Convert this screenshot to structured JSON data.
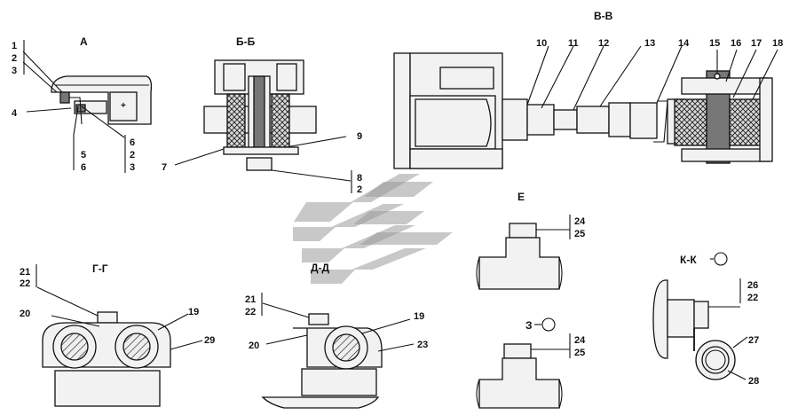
{
  "views": {
    "A": "А",
    "BB": "Б-Б",
    "VV": "В-В",
    "GG": "Г-Г",
    "DD": "Д-Д",
    "E": "Е",
    "Z": "З",
    "KK": "К-К"
  },
  "callouts": {
    "A": {
      "stack_left": [
        "1",
        "2",
        "3"
      ],
      "item4": "4",
      "stack_mid": [
        "5",
        "6"
      ],
      "stack_right": [
        "6",
        "2",
        "3"
      ]
    },
    "BB": {
      "item7": "7",
      "item9": "9",
      "stack": [
        "8",
        "2"
      ]
    },
    "VV": {
      "items": [
        "10",
        "11",
        "12",
        "13",
        "14",
        "15",
        "16",
        "17",
        "18"
      ]
    },
    "GG": {
      "stack": [
        "21",
        "22"
      ],
      "item20": "20",
      "item19": "19",
      "item29": "29"
    },
    "DD": {
      "stack": [
        "21",
        "22"
      ],
      "item20": "20",
      "item19": "19",
      "item23": "23"
    },
    "E": {
      "stack": [
        "24",
        "25"
      ]
    },
    "Z": {
      "stack": [
        "24",
        "25"
      ]
    },
    "KK": {
      "stack": [
        "26",
        "22"
      ],
      "item27": "27",
      "item28": "28"
    }
  }
}
